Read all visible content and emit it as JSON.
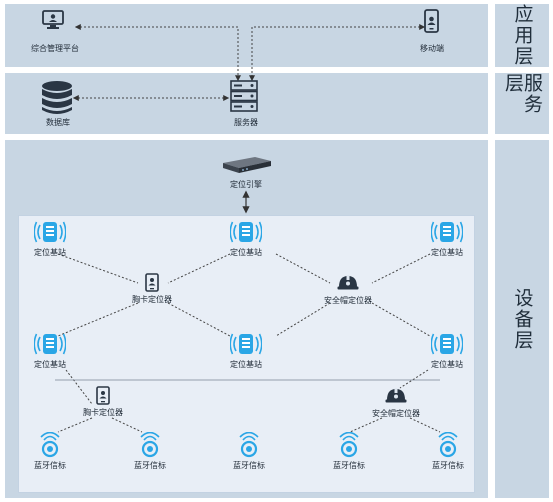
{
  "layers": {
    "application": "应用层",
    "service": "服务层",
    "device": "设备层"
  },
  "nodes": {
    "platform": "综合管理平台",
    "mobile": "移动端",
    "database": "数据库",
    "server": "服务器",
    "engine": "定位引擎",
    "station_top_left": "定位基站",
    "station_top_mid": "定位基站",
    "station_top_right": "定位基站",
    "badge_upper": "胸卡定位器",
    "helmet_upper": "安全帽定位器",
    "station_mid_left": "定位基站",
    "station_mid_mid": "定位基站",
    "station_mid_right": "定位基站",
    "badge_lower": "胸卡定位器",
    "helmet_lower": "安全帽定位器",
    "beacon_1": "蓝牙信标",
    "beacon_2": "蓝牙信标",
    "beacon_3": "蓝牙信标",
    "beacon_4": "蓝牙信标",
    "beacon_5": "蓝牙信标"
  },
  "colors": {
    "band": "#c8d6e3",
    "device_panel": "#e8eef6",
    "icon_dark": "#2a3644",
    "signal_blue": "#2aa6e6"
  }
}
